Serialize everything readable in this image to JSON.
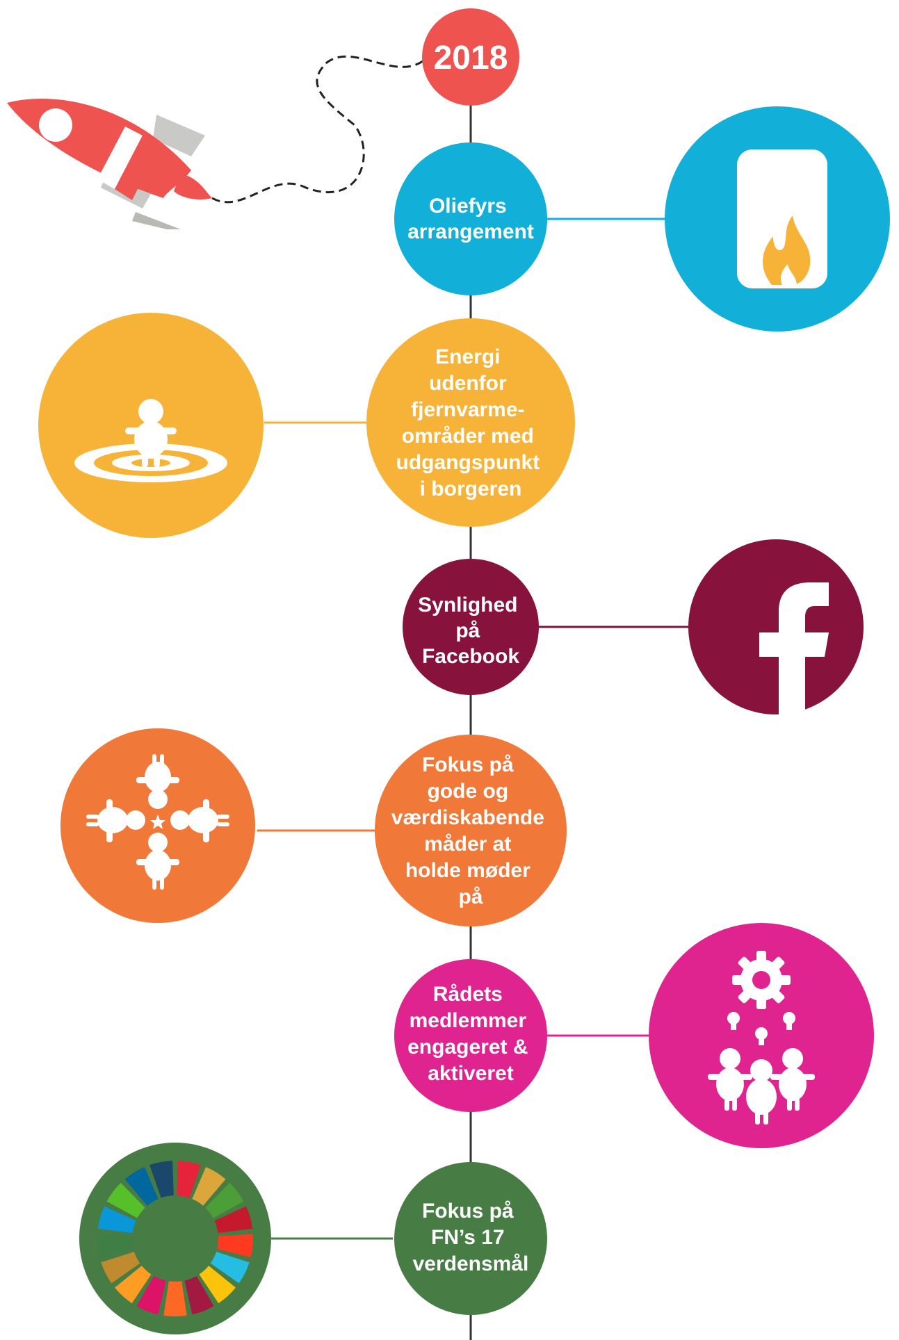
{
  "year": "2018",
  "colors": {
    "red": "#ef5350",
    "blue": "#12b0d8",
    "yellow": "#f7b337",
    "maroon": "#87133d",
    "orange": "#f07838",
    "magenta": "#e0248f",
    "green": "#477c44",
    "spine": "#333333",
    "rocket_grey": "#c9c9c6"
  },
  "steps": [
    {
      "lines": [
        "Oliefyrs",
        "arrangement"
      ],
      "color": "#12b0d8",
      "icon": "oil-burner-flame-icon"
    },
    {
      "lines": [
        "Energi",
        "udenfor",
        "fjernvarme-",
        "områder med",
        "udgangspunkt",
        "i borgeren"
      ],
      "color": "#f7b337",
      "icon": "citizen-on-target-icon"
    },
    {
      "lines": [
        "Synlighed",
        "på",
        "Facebook"
      ],
      "color": "#87133d",
      "icon": "facebook-icon"
    },
    {
      "lines": [
        "Fokus på",
        "gode og",
        "værdiskabende",
        "måder at",
        "holde møder",
        "på"
      ],
      "color": "#f07838",
      "icon": "meeting-people-icon"
    },
    {
      "lines": [
        "Rådets",
        "medlemmer",
        "engageret &",
        "aktiveret"
      ],
      "color": "#e0248f",
      "icon": "gear-ideas-people-icon"
    },
    {
      "lines": [
        "Fokus på",
        "FN’s 17",
        "verdensmål"
      ],
      "color": "#477c44",
      "icon": "sdg-wheel-icon"
    }
  ],
  "sdg_colors": [
    "#e5243b",
    "#dda63a",
    "#4c9f38",
    "#c5192d",
    "#ff3a21",
    "#26bde2",
    "#fcc30b",
    "#a21942",
    "#fd6925",
    "#dd1367",
    "#fd9d24",
    "#bf8b2e",
    "#3f7e44",
    "#0a97d9",
    "#56c02b",
    "#00689d",
    "#19486a"
  ]
}
